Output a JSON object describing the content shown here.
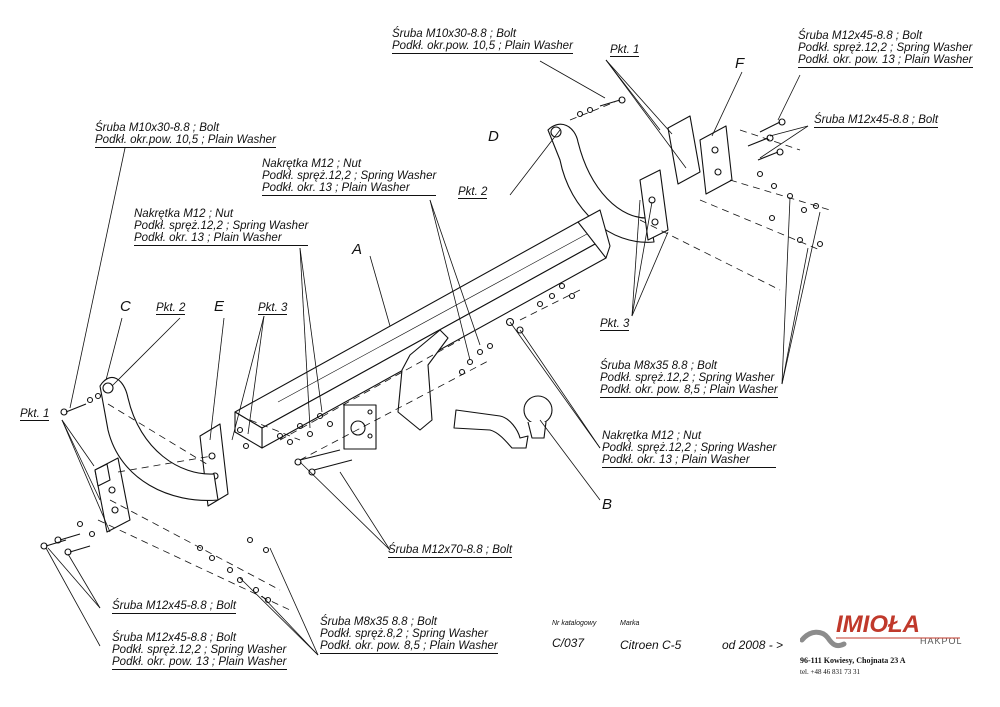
{
  "part_letters": {
    "a": "A",
    "b": "B",
    "c": "C",
    "d": "D",
    "e": "E",
    "f": "F"
  },
  "pkt": {
    "p1": "Pkt. 1",
    "p2": "Pkt. 2",
    "p3": "Pkt. 3"
  },
  "labels": {
    "bolt_m10_top": [
      "Śruba M10x30-8.8 ;  Bolt",
      "Podkł. okr.pow. 10,5 ; Plain Washer"
    ],
    "bolt_m10_left": [
      "Śruba M10x30-8.8 ;  Bolt",
      "Podkł. okr.pow. 10,5 ; Plain Washer"
    ],
    "nut_m12_mid": [
      "Nakrętka  M12 ; Nut",
      "Podkł. spręż.12,2 ; Spring Washer",
      "Podkł. okr. 13 ; Plain Washer"
    ],
    "nut_m12_left": [
      "Nakrętka  M12 ; Nut",
      "Podkł. spręż.12,2 ; Spring Washer",
      "Podkł. okr. 13 ; Plain Washer"
    ],
    "bolt_m12x45_tr": [
      "Śruba M12x45-8.8 ;  Bolt",
      "Podkł. spręż.12,2 ; Spring Washer",
      "Podkł. okr. pow. 13 ; Plain Washer"
    ],
    "bolt_m12x45_r": "Śruba M12x45-8.8 ;  Bolt",
    "bolt_m8_right": [
      "Śruba M8x35 8.8 ;  Bolt",
      "Podkł. spręż.12,2 ; Spring Washer",
      "Podkł. okr. pow. 8,5 ; Plain Washer"
    ],
    "nut_m12_right": [
      "Nakrętka  M12 ; Nut",
      "Podkł. spręż.12,2 ; Spring Washer",
      "Podkł. okr. 13 ; Plain Washer"
    ],
    "bolt_m12x70": "Śruba M12x70-8.8 ;  Bolt",
    "bolt_m12x45_bl": "Śruba M12x45-8.8 ;  Bolt",
    "bolt_m12x45_bl2": [
      "Śruba M12x45-8.8 ;  Bolt",
      "Podkł. spręż.12,2 ; Spring Washer",
      "Podkł. okr. pow. 13 ; Plain Washer"
    ],
    "bolt_m8_bottom": [
      "Śruba M8x35 8.8 ;  Bolt",
      "Podkł. spręż.8,2 ; Spring Washer",
      "Podkł. okr. pow. 8,5 ; Plain Washer"
    ]
  },
  "footer": {
    "nr_label": "Nr katalogowy",
    "nr_value": "C/037",
    "marka_label": "Marka",
    "marka_value": "Citroen C-5",
    "year": "od 2008 - >",
    "brand": "IMIOŁA",
    "brand_sub": "HAKPOL",
    "address": "96-111 Kowiesy, Chojnata 23 A",
    "tel": "tel. +48 46 831 73 31",
    "brand_color": "#c0392b"
  }
}
